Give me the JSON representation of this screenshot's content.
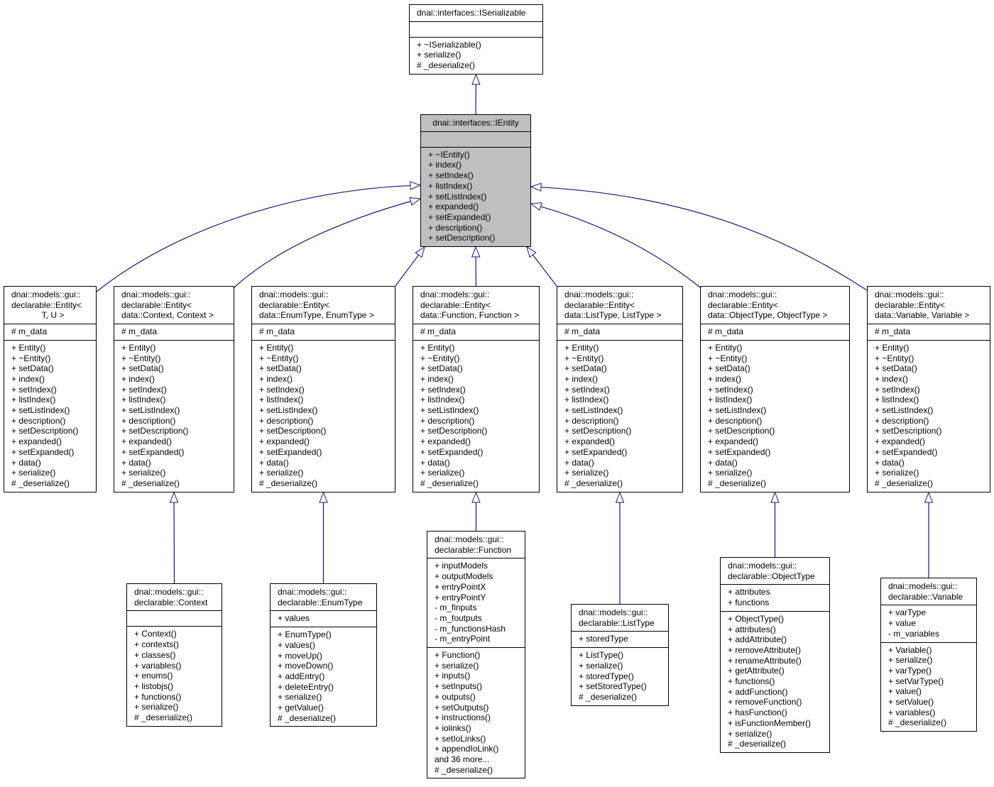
{
  "classes": [
    {
      "id": "iserializable",
      "title_lines": [
        "dnai::interfaces::ISerializable"
      ],
      "attributes": [],
      "methods": [
        "+ ~ISerializable()",
        "+ serialize()",
        "# _deserialize()"
      ]
    },
    {
      "id": "ientity",
      "title_lines": [
        "dnai::interfaces::IEntity"
      ],
      "attributes": [],
      "methods": [
        "+ ~IEntity()",
        "+ index()",
        "+ setIndex()",
        "+ listIndex()",
        "+ setListIndex()",
        "+ expanded()",
        "+ setExpanded()",
        "+ description()",
        "+ setDescription()"
      ]
    },
    {
      "id": "entity_tu",
      "title_lines": [
        "dnai::models::gui::",
        "declarable::Entity<",
        "T, U >"
      ],
      "attributes": [
        "# m_data"
      ],
      "methods": [
        "+ Entity()",
        "+ ~Entity()",
        "+ setData()",
        "+ index()",
        "+ setIndex()",
        "+ listIndex()",
        "+ setListIndex()",
        "+ description()",
        "+ setDescription()",
        "+ expanded()",
        "+ setExpanded()",
        "+ data()",
        "+ serialize()",
        "# _deserialize()"
      ]
    },
    {
      "id": "entity_context",
      "title_lines": [
        "dnai::models::gui::",
        "declarable::Entity<",
        "data::Context, Context >"
      ],
      "attributes": [
        "# m_data"
      ],
      "methods": [
        "+ Entity()",
        "+ ~Entity()",
        "+ setData()",
        "+ index()",
        "+ setIndex()",
        "+ listIndex()",
        "+ setListIndex()",
        "+ description()",
        "+ setDescription()",
        "+ expanded()",
        "+ setExpanded()",
        "+ data()",
        "+ serialize()",
        "# _deserialize()"
      ]
    },
    {
      "id": "entity_enumtype",
      "title_lines": [
        "dnai::models::gui::",
        "declarable::Entity<",
        "data::EnumType, EnumType >"
      ],
      "attributes": [
        "# m_data"
      ],
      "methods": [
        "+ Entity()",
        "+ ~Entity()",
        "+ setData()",
        "+ index()",
        "+ setIndex()",
        "+ listIndex()",
        "+ setListIndex()",
        "+ description()",
        "+ setDescription()",
        "+ expanded()",
        "+ setExpanded()",
        "+ data()",
        "+ serialize()",
        "# _deserialize()"
      ]
    },
    {
      "id": "entity_function",
      "title_lines": [
        "dnai::models::gui::",
        "declarable::Entity<",
        "data::Function, Function >"
      ],
      "attributes": [
        "# m_data"
      ],
      "methods": [
        "+ Entity()",
        "+ ~Entity()",
        "+ setData()",
        "+ index()",
        "+ setIndex()",
        "+ listIndex()",
        "+ setListIndex()",
        "+ description()",
        "+ setDescription()",
        "+ expanded()",
        "+ setExpanded()",
        "+ data()",
        "+ serialize()",
        "# _deserialize()"
      ]
    },
    {
      "id": "entity_listtype",
      "title_lines": [
        "dnai::models::gui::",
        "declarable::Entity<",
        "data::ListType, ListType >"
      ],
      "attributes": [
        "# m_data"
      ],
      "methods": [
        "+ Entity()",
        "+ ~Entity()",
        "+ setData()",
        "+ index()",
        "+ setIndex()",
        "+ listIndex()",
        "+ setListIndex()",
        "+ description()",
        "+ setDescription()",
        "+ expanded()",
        "+ setExpanded()",
        "+ data()",
        "+ serialize()",
        "# _deserialize()"
      ]
    },
    {
      "id": "entity_objecttype",
      "title_lines": [
        "dnai::models::gui::",
        "declarable::Entity<",
        "data::ObjectType, ObjectType >"
      ],
      "attributes": [
        "# m_data"
      ],
      "methods": [
        "+ Entity()",
        "+ ~Entity()",
        "+ setData()",
        "+ index()",
        "+ setIndex()",
        "+ listIndex()",
        "+ setListIndex()",
        "+ description()",
        "+ setDescription()",
        "+ expanded()",
        "+ setExpanded()",
        "+ data()",
        "+ serialize()",
        "# _deserialize()"
      ]
    },
    {
      "id": "entity_variable",
      "title_lines": [
        "dnai::models::gui::",
        "declarable::Entity<",
        "data::Variable, Variable >"
      ],
      "attributes": [
        "# m_data"
      ],
      "methods": [
        "+ Entity()",
        "+ ~Entity()",
        "+ setData()",
        "+ index()",
        "+ setIndex()",
        "+ listIndex()",
        "+ setListIndex()",
        "+ description()",
        "+ setDescription()",
        "+ expanded()",
        "+ setExpanded()",
        "+ data()",
        "+ serialize()",
        "# _deserialize()"
      ]
    },
    {
      "id": "context",
      "title_lines": [
        "dnai::models::gui::",
        "declarable::Context"
      ],
      "attributes": [],
      "methods": [
        "+ Context()",
        "+ contexts()",
        "+ classes()",
        "+ variables()",
        "+ enums()",
        "+ listobjs()",
        "+ functions()",
        "+ serialize()",
        "# _deserialize()"
      ]
    },
    {
      "id": "enumtype",
      "title_lines": [
        "dnai::models::gui::",
        "declarable::EnumType"
      ],
      "attributes": [
        "+ values"
      ],
      "methods": [
        "+ EnumType()",
        "+ values()",
        "+ moveUp()",
        "+ moveDown()",
        "+ addEntry()",
        "+ deleteEntry()",
        "+ serialize()",
        "+ getValue()",
        "# _deserialize()"
      ]
    },
    {
      "id": "function",
      "title_lines": [
        "dnai::models::gui::",
        "declarable::Function"
      ],
      "attributes": [
        "+ inputModels",
        "+ outputModels",
        "+ entryPointX",
        "+ entryPointY",
        "- m_finputs",
        "- m_foutputs",
        "- m_functionsHash",
        "- m_entryPoint"
      ],
      "methods": [
        "+ Function()",
        "+ serialize()",
        "+ inputs()",
        "+ setInputs()",
        "+ outputs()",
        "+ setOutputs()",
        "+ instructions()",
        "+ iolinks()",
        "+ setIoLinks()",
        "+ appendIoLink()",
        "and 36 more...",
        "# _deserialize()"
      ]
    },
    {
      "id": "listtype",
      "title_lines": [
        "dnai::models::gui::",
        "declarable::ListType"
      ],
      "attributes": [
        "+ storedType"
      ],
      "methods": [
        "+ ListType()",
        "+ serialize()",
        "+ storedType()",
        "+ setStoredType()",
        "# _deserialize()"
      ]
    },
    {
      "id": "objecttype",
      "title_lines": [
        "dnai::models::gui::",
        "declarable::ObjectType"
      ],
      "attributes": [
        "+ attributes",
        "+ functions"
      ],
      "methods": [
        "+ ObjectType()",
        "+ attributes()",
        "+ addAttribute()",
        "+ removeAttribute()",
        "+ renameAttribute()",
        "+ getAttribute()",
        "+ functions()",
        "+ addFunction()",
        "+ removeFunction()",
        "+ hasFunction()",
        "+ isFunctionMember()",
        "+ serialize()",
        "# _deserialize()"
      ]
    },
    {
      "id": "variable",
      "title_lines": [
        "dnai::models::gui::",
        "declarable::Variable"
      ],
      "attributes": [
        "+ varType",
        "+ value",
        "- m_variables"
      ],
      "methods": [
        "+ Variable()",
        "+ serialize()",
        "+ varType()",
        "+ setVarType()",
        "+ value()",
        "+ setValue()",
        "+ variables()",
        "# _deserialize()"
      ]
    }
  ],
  "colors": {
    "edge": "#191970",
    "highlight": "#bfbfbf",
    "border": "#000000",
    "box": "#ffffff"
  }
}
